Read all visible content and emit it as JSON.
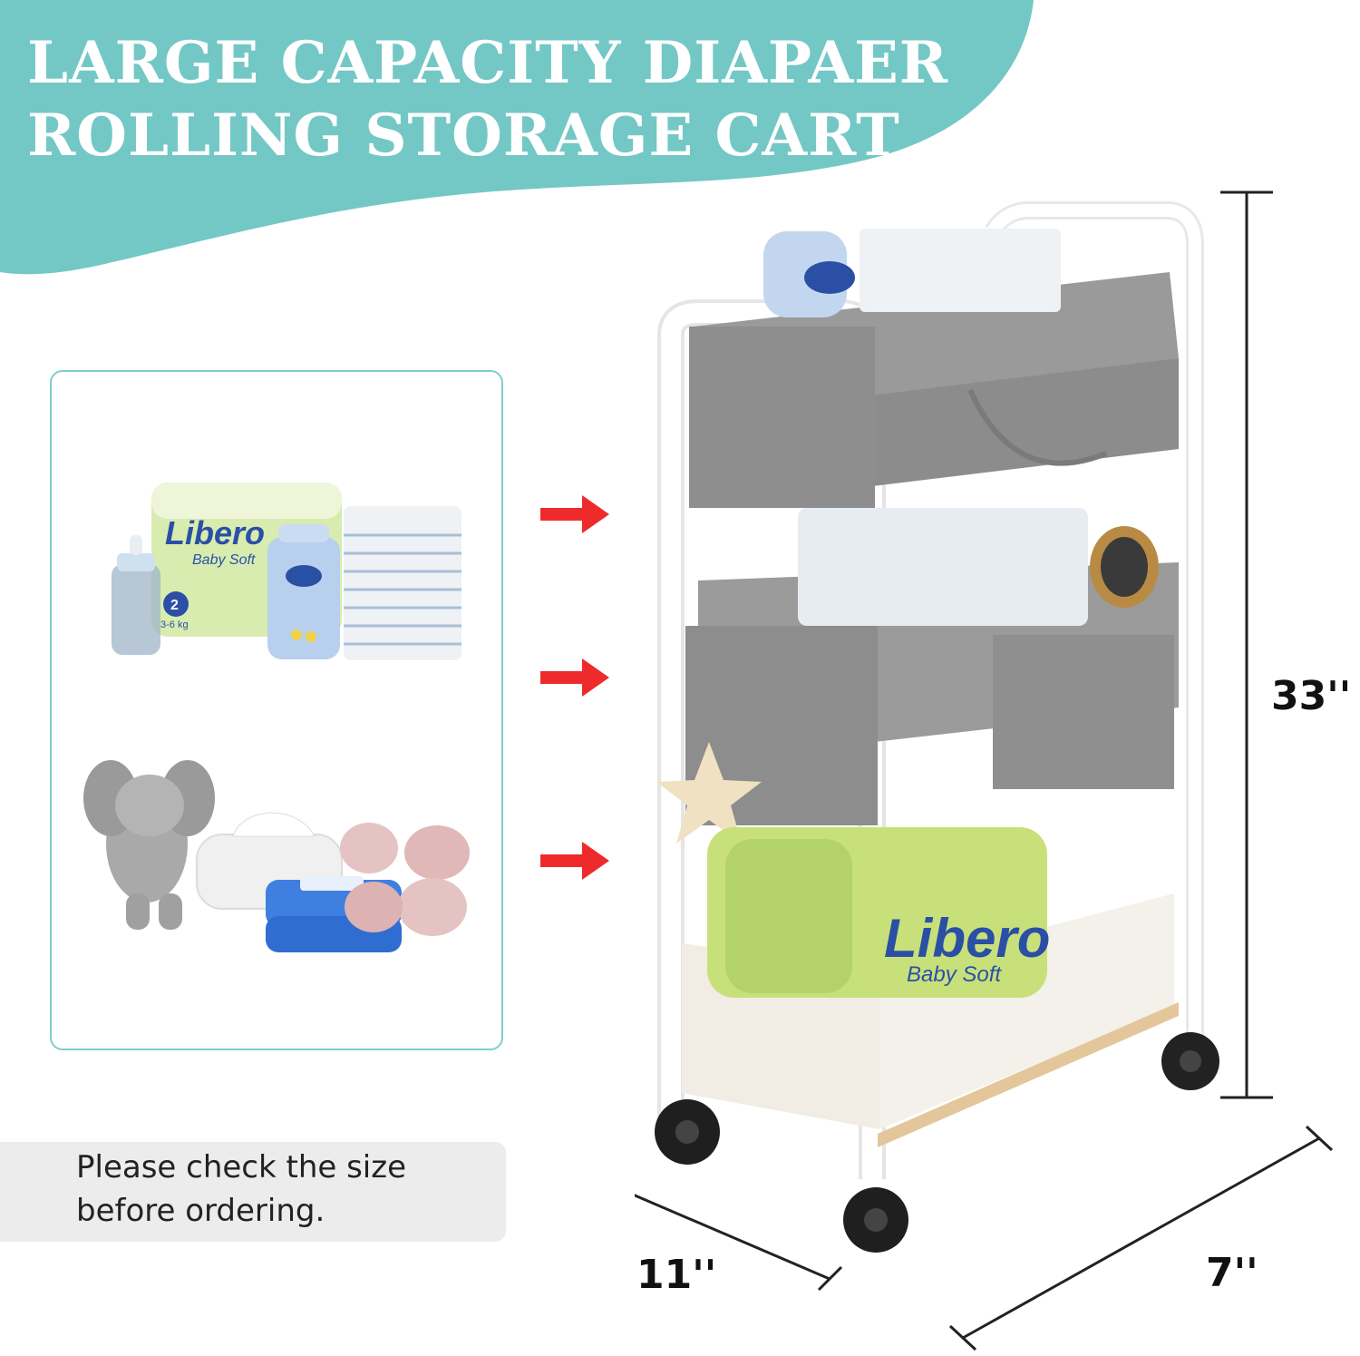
{
  "banner": {
    "title_line1": "LARGE CAPACITY DIAPAER",
    "title_line2": "ROLLING STORAGE CART",
    "color": "#73c8c6"
  },
  "panel": {
    "border_color": "#7ecfcb",
    "items": [
      {
        "name": "diaper-pack",
        "brand": "Libero",
        "sub": "Baby Soft",
        "size": "2",
        "weight": "3-6 kg"
      },
      {
        "name": "baby-bottle"
      },
      {
        "name": "powder-bottle"
      },
      {
        "name": "folded-diapers-stack"
      },
      {
        "name": "elephant-plush"
      },
      {
        "name": "tissue-box"
      },
      {
        "name": "wipes-packs"
      },
      {
        "name": "rolled-towels"
      }
    ]
  },
  "arrows": [
    {
      "icon": "arrow-right-icon",
      "color": "#ee2b2b"
    },
    {
      "icon": "arrow-right-icon",
      "color": "#ee2b2b"
    },
    {
      "icon": "arrow-right-icon",
      "color": "#ee2b2b"
    }
  ],
  "note": {
    "line1": "Please check the size",
    "line2": "before ordering."
  },
  "dimensions": {
    "height": "33''",
    "width": "11''",
    "depth": "7''"
  },
  "cart": {
    "frame_color": "#ffffff",
    "bin_color": "#8c8c8c",
    "brand_label": "Libero",
    "brand_sub": "Baby Soft"
  }
}
